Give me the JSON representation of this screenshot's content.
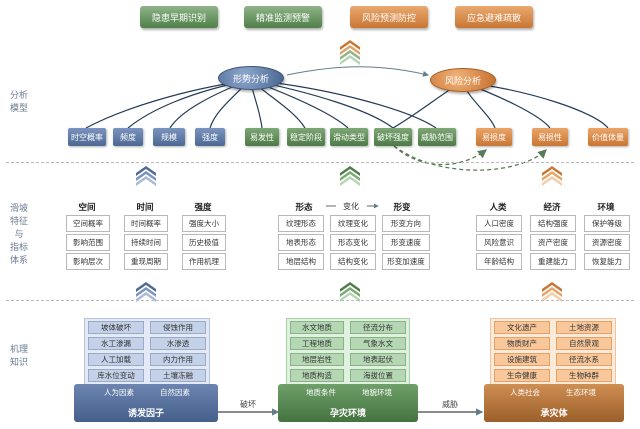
{
  "top_goals": [
    "隐患早期识别",
    "精准监测预警",
    "风险预测防控",
    "应急避难疏散"
  ],
  "side_labels": {
    "analysis_model": "分析\n模型",
    "features": "滑坡\n特征\n与\n指标\n体系",
    "mechanism": "机理\n知识"
  },
  "ovals": {
    "situation": "形势分析",
    "risk": "风险分析"
  },
  "indicators": {
    "blue": [
      "时空概率",
      "频度",
      "规模",
      "强度"
    ],
    "green": [
      "易发性",
      "稳定阶段",
      "滑动类型",
      "破坏强度",
      "威胁范围"
    ],
    "orange": [
      "易损度",
      "易损性",
      "价值体量"
    ]
  },
  "feature_groups": {
    "left": {
      "headers": [
        "空间",
        "时间",
        "强度"
      ],
      "columns": [
        [
          "空间概率",
          "影响范围",
          "影响层次"
        ],
        [
          "时间概率",
          "持续时间",
          "重现周期"
        ],
        [
          "强度大小",
          "历史极值",
          "作用机理"
        ]
      ]
    },
    "middle": {
      "headers": [
        "形态",
        "变化",
        "形变"
      ],
      "columns": [
        [
          "纹理形态",
          "地表形态",
          "地层结构"
        ],
        [
          "纹理变化",
          "形态变化",
          "结构变化"
        ],
        [
          "形变方向",
          "形变速度",
          "形变加速度"
        ]
      ]
    },
    "right": {
      "headers": [
        "人类",
        "经济",
        "环境"
      ],
      "columns": [
        [
          "人口密度",
          "风险意识",
          "年龄结构"
        ],
        [
          "结构强度",
          "资产密度",
          "重建能力"
        ],
        [
          "保护等级",
          "资源密度",
          "恢复能力"
        ]
      ]
    }
  },
  "mechanism": {
    "left": {
      "items": [
        [
          "坡体破坏",
          "侵蚀作用"
        ],
        [
          "水工渗漏",
          "水渗透"
        ],
        [
          "人工加载",
          "内力作用"
        ],
        [
          "库水位变动",
          "土壤冻融"
        ]
      ],
      "bar": [
        "人为因素",
        "自然因素"
      ],
      "factor": "诱发因子"
    },
    "middle": {
      "items": [
        [
          "水文地质",
          "径流分布"
        ],
        [
          "工程地质",
          "气象水文"
        ],
        [
          "地层岩性",
          "地表起伏"
        ],
        [
          "地质构造",
          "海拔位置"
        ]
      ],
      "bar": [
        "地质条件",
        "地貌环境"
      ],
      "factor": "孕灾环境"
    },
    "right": {
      "items": [
        [
          "文化遗产",
          "土地资源"
        ],
        [
          "物质财产",
          "自然景观"
        ],
        [
          "设施建筑",
          "径流水系"
        ],
        [
          "生命健康",
          "生物种群"
        ]
      ],
      "bar": [
        "人类社会",
        "生态环境"
      ],
      "factor": "承灾体"
    }
  },
  "connectors": {
    "destroy": "破坏",
    "threaten": "威胁"
  },
  "colors": {
    "blue": "#4f6a96",
    "green": "#4f7f49",
    "orange": "#c97633"
  }
}
